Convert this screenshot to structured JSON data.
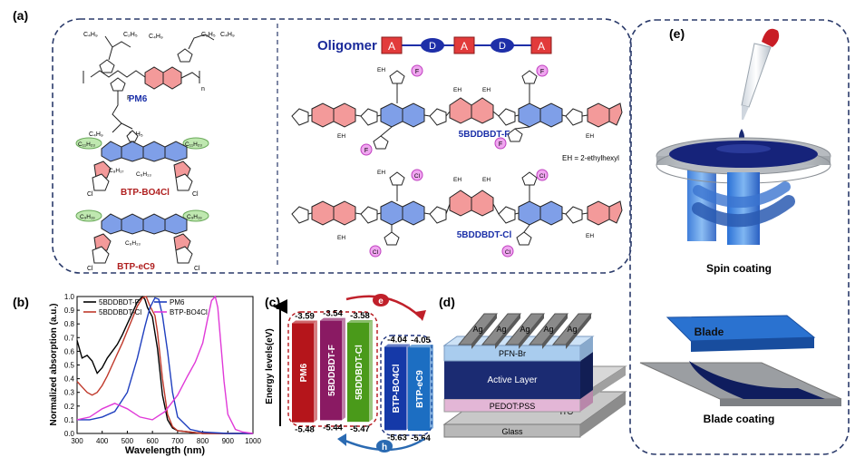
{
  "panels": {
    "a": {
      "label": "(a)",
      "oligomer": {
        "title": "Oligomer",
        "units": [
          "A",
          "D",
          "A",
          "D",
          "A"
        ]
      },
      "molecules": [
        "PM6",
        "BTP-BO4Cl",
        "BTP-eC9",
        "5BDDBDT-F",
        "5BDDBDT-Cl"
      ],
      "eh_note": "EH = 2-ethylhexyl",
      "side_chain_labels": {
        "c4h9": "C₄H₉",
        "c2h5": "C₂H₅",
        "c6h13": "C₆H₁₃",
        "c11h23": "C₁₁H₂₃",
        "c9h19": "C₉H₁₉",
        "c8h17": "C₈H₁₇",
        "eh": "EH",
        "f": "F",
        "cl": "Cl",
        "n": "n"
      }
    },
    "b": {
      "label": "(b)",
      "chart_data": {
        "type": "line",
        "xlabel": "Wavelength (nm)",
        "ylabel": "Normalized absorption (a.u.)",
        "xlim": [
          300,
          1000
        ],
        "ylim": [
          0.0,
          1.0
        ],
        "xticks": [
          300,
          400,
          500,
          600,
          700,
          800,
          900,
          1000
        ],
        "yticks": [
          0.0,
          0.1,
          0.2,
          0.3,
          0.4,
          0.5,
          0.6,
          0.7,
          0.8,
          0.9,
          1.0
        ],
        "legend_position": "top",
        "series": [
          {
            "name": "5BDDBDT-F",
            "color": "#000000",
            "x": [
              300,
              320,
              340,
              360,
              380,
              400,
              420,
              440,
              460,
              480,
              500,
              520,
              540,
              560,
              570,
              580,
              600,
              620,
              640,
              660,
              680,
              700,
              750,
              800,
              900,
              1000
            ],
            "y": [
              0.68,
              0.55,
              0.57,
              0.53,
              0.44,
              0.48,
              0.55,
              0.6,
              0.65,
              0.72,
              0.8,
              0.88,
              0.96,
              1.0,
              0.98,
              0.92,
              0.85,
              0.62,
              0.28,
              0.1,
              0.04,
              0.02,
              0.01,
              0.0,
              0.0,
              0.0
            ]
          },
          {
            "name": "5BDDBDT-Cl",
            "color": "#c0392b",
            "x": [
              300,
              320,
              340,
              360,
              380,
              400,
              420,
              440,
              460,
              480,
              500,
              520,
              540,
              560,
              575,
              590,
              610,
              620,
              640,
              660,
              680,
              700,
              750,
              800,
              900,
              1000
            ],
            "y": [
              0.38,
              0.34,
              0.3,
              0.28,
              0.3,
              0.35,
              0.42,
              0.5,
              0.58,
              0.66,
              0.75,
              0.84,
              0.93,
              0.99,
              1.0,
              0.93,
              0.86,
              0.74,
              0.4,
              0.14,
              0.05,
              0.02,
              0.01,
              0.0,
              0.0,
              0.0
            ]
          },
          {
            "name": "PM6",
            "color": "#1f3fbf",
            "x": [
              300,
              350,
              400,
              450,
              500,
              540,
              570,
              590,
              610,
              625,
              640,
              660,
              680,
              700,
              750,
              800,
              900,
              1000
            ],
            "y": [
              0.1,
              0.1,
              0.12,
              0.16,
              0.3,
              0.55,
              0.78,
              0.92,
              0.99,
              0.98,
              0.86,
              0.6,
              0.3,
              0.12,
              0.03,
              0.01,
              0.0,
              0.0
            ]
          },
          {
            "name": "BTP-BO4Cl",
            "color": "#e03ad8",
            "x": [
              300,
              350,
              400,
              450,
              500,
              550,
              600,
              650,
              700,
              740,
              770,
              800,
              820,
              835,
              850,
              860,
              870,
              885,
              900,
              930,
              960,
              1000
            ],
            "y": [
              0.1,
              0.12,
              0.18,
              0.22,
              0.18,
              0.12,
              0.1,
              0.16,
              0.28,
              0.42,
              0.52,
              0.66,
              0.84,
              0.97,
              1.0,
              0.92,
              0.7,
              0.38,
              0.14,
              0.03,
              0.01,
              0.0
            ]
          }
        ]
      }
    },
    "c": {
      "label": "(c)",
      "axis_label": "Energy levels(eV)",
      "electron_symbol": "e",
      "hole_symbol": "h",
      "levels": [
        {
          "name": "PM6",
          "lumo": "-3.59",
          "homo": "-5.48",
          "color": "#b5151b"
        },
        {
          "name": "5BDDBDT-F",
          "lumo": "-3.54",
          "homo": "-5.44",
          "color": "#8a1a63"
        },
        {
          "name": "5BDDBDT-Cl",
          "lumo": "-3.58",
          "homo": "-5.47",
          "color": "#4a9a1a"
        },
        {
          "name": "BTP-BO4Cl",
          "lumo": "-4.04",
          "homo": "-5.63",
          "color": "#1539a8"
        },
        {
          "name": "BTP-eC9",
          "lumo": "-4.05",
          "homo": "-5.64",
          "color": "#1c6ec2"
        }
      ]
    },
    "d": {
      "label": "(d)",
      "electrodes": [
        "Ag",
        "Ag",
        "Ag",
        "Ag",
        "Ag"
      ],
      "layers": [
        "PFN-Br",
        "Active Layer",
        "PEDOT:PSS",
        "Glass"
      ],
      "ito": "ITO"
    },
    "e": {
      "label": "(e)",
      "spin_caption": "Spin coating",
      "blade_label": "Blade",
      "blade_caption": "Blade coating"
    }
  },
  "colors": {
    "acceptor": "#e23b3b",
    "donor": "#1e2fa8",
    "oligomer_text": "#1a2a9a",
    "molecule_label_blue": "#1a2fa8",
    "molecule_label_red": "#b02020",
    "frame": "#2a3a6a"
  }
}
